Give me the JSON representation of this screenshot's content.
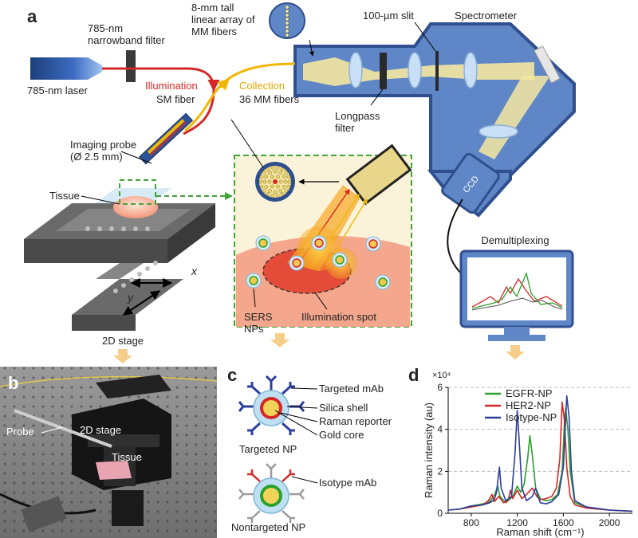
{
  "panels": {
    "a": "a",
    "b": "b",
    "c": "c",
    "d": "d"
  },
  "colors": {
    "illumination": "#d62728",
    "collection": "#f2b705",
    "spectrometer_fill": "#5f86c6",
    "spectrometer_stroke": "#2f4f8e",
    "stage": "#5a5a5a",
    "highlight_box": "#3fa535",
    "tissue": "#f08a6a",
    "egfr": "#2ca02c",
    "her2": "#d62728",
    "isotype": "#2c3e9e",
    "down_arrow": "#f5cf8a"
  },
  "labels": {
    "filter_title": "785-nm\nnarrowband filter",
    "fiber_array": "8-mm tall\nlinear array of\nMM fibers",
    "slit": "100-µm slit",
    "spectrometer": "Spectrometer",
    "laser": "785-nm laser",
    "illumination": "Illumination",
    "sm_fiber": "SM fiber",
    "collection": "Collection",
    "mm_fibers": "36 MM fibers",
    "longpass": "Longpass\nfilter",
    "imaging_probe": "Imaging probe\n(Ø 2.5 mm)",
    "tissue": "Tissue",
    "x_axis": "x",
    "y_axis": "y",
    "stage_2d": "2D stage",
    "sers_nps": "SERS\nNPs",
    "illumination_spot": "Illumination spot",
    "ccd": "CCD",
    "demultiplexing": "Demultiplexing"
  },
  "photo": {
    "probe": "Probe",
    "stage_2d": "2D stage",
    "tissue": "Tissue"
  },
  "nanoparticle": {
    "targeted_mab": "Targeted mAb",
    "silica_shell": "Silica shell",
    "raman_reporter": "Raman reporter",
    "gold_core": "Gold core",
    "targeted_np": "Targeted NP",
    "isotype_mab": "Isotype mAb",
    "nontargeted_np": "Nontargeted NP"
  },
  "chart_data": {
    "type": "line",
    "xlabel": "Raman shift (cm⁻¹)",
    "ylabel": "Raman intensity (au)",
    "y_multiplier": "×10⁴",
    "xlim": [
      600,
      2200
    ],
    "ylim": [
      0,
      6
    ],
    "x_ticks": [
      800,
      1200,
      1600,
      2000
    ],
    "y_ticks": [
      0,
      2,
      4,
      6
    ],
    "grid": "horizontal dashed",
    "legend_position": "top-right",
    "series": [
      {
        "name": "EGFR-NP",
        "color": "#2ca02c",
        "points": [
          [
            600,
            0.15
          ],
          [
            700,
            0.2
          ],
          [
            800,
            0.35
          ],
          [
            900,
            0.45
          ],
          [
            960,
            0.55
          ],
          [
            1000,
            0.85
          ],
          [
            1030,
            1.3
          ],
          [
            1050,
            0.8
          ],
          [
            1100,
            0.5
          ],
          [
            1160,
            0.8
          ],
          [
            1200,
            1.3
          ],
          [
            1230,
            1.0
          ],
          [
            1260,
            1.4
          ],
          [
            1290,
            2.6
          ],
          [
            1310,
            3.7
          ],
          [
            1330,
            2.8
          ],
          [
            1360,
            1.2
          ],
          [
            1400,
            0.7
          ],
          [
            1450,
            0.6
          ],
          [
            1500,
            0.65
          ],
          [
            1550,
            0.9
          ],
          [
            1590,
            2.0
          ],
          [
            1610,
            4.4
          ],
          [
            1620,
            5.0
          ],
          [
            1640,
            4.0
          ],
          [
            1660,
            2.0
          ],
          [
            1700,
            0.5
          ],
          [
            1800,
            0.3
          ],
          [
            2000,
            0.15
          ],
          [
            2200,
            0.1
          ]
        ]
      },
      {
        "name": "HER2-NP",
        "color": "#d62728",
        "points": [
          [
            600,
            0.15
          ],
          [
            700,
            0.2
          ],
          [
            800,
            0.3
          ],
          [
            900,
            0.4
          ],
          [
            950,
            0.6
          ],
          [
            980,
            0.9
          ],
          [
            1000,
            0.55
          ],
          [
            1040,
            0.8
          ],
          [
            1080,
            0.5
          ],
          [
            1120,
            0.6
          ],
          [
            1140,
            1.1
          ],
          [
            1160,
            0.7
          ],
          [
            1200,
            1.1
          ],
          [
            1240,
            0.7
          ],
          [
            1280,
            0.9
          ],
          [
            1330,
            1.2
          ],
          [
            1370,
            0.8
          ],
          [
            1400,
            0.65
          ],
          [
            1450,
            0.7
          ],
          [
            1500,
            0.8
          ],
          [
            1540,
            1.2
          ],
          [
            1570,
            2.6
          ],
          [
            1590,
            5.3
          ],
          [
            1610,
            4.4
          ],
          [
            1630,
            2.2
          ],
          [
            1660,
            0.8
          ],
          [
            1700,
            0.4
          ],
          [
            1800,
            0.25
          ],
          [
            2000,
            0.15
          ],
          [
            2200,
            0.1
          ]
        ]
      },
      {
        "name": "Isotype-NP",
        "color": "#2c3e9e",
        "points": [
          [
            600,
            0.15
          ],
          [
            700,
            0.2
          ],
          [
            800,
            0.35
          ],
          [
            900,
            0.4
          ],
          [
            960,
            0.5
          ],
          [
            1000,
            0.65
          ],
          [
            1020,
            1.0
          ],
          [
            1045,
            2.2
          ],
          [
            1060,
            1.2
          ],
          [
            1100,
            0.6
          ],
          [
            1150,
            0.8
          ],
          [
            1180,
            2.8
          ],
          [
            1200,
            4.9
          ],
          [
            1215,
            3.6
          ],
          [
            1240,
            1.2
          ],
          [
            1280,
            0.6
          ],
          [
            1330,
            0.8
          ],
          [
            1360,
            1.2
          ],
          [
            1380,
            0.8
          ],
          [
            1400,
            0.5
          ],
          [
            1450,
            0.45
          ],
          [
            1500,
            0.55
          ],
          [
            1560,
            0.9
          ],
          [
            1600,
            2.2
          ],
          [
            1630,
            5.6
          ],
          [
            1650,
            4.6
          ],
          [
            1670,
            2.0
          ],
          [
            1700,
            0.6
          ],
          [
            1800,
            0.3
          ],
          [
            2000,
            0.15
          ],
          [
            2200,
            0.1
          ]
        ]
      }
    ]
  }
}
